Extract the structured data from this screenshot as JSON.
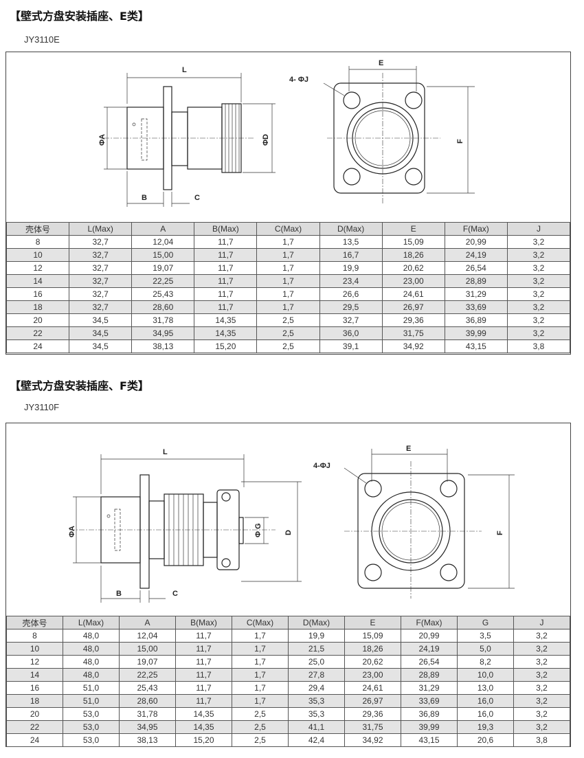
{
  "sections": [
    {
      "title": "【壁式方盘安装插座、E类】",
      "model": "JY3110E",
      "labels": {
        "L": "L",
        "A": "ΦA",
        "D": "ΦD",
        "B": "B",
        "C": "C",
        "E": "E",
        "F": "F",
        "J": "4- ΦJ"
      },
      "columns": [
        "壳体号",
        "L(Max)",
        "A",
        "B(Max)",
        "C(Max)",
        "D(Max)",
        "E",
        "F(Max)",
        "J"
      ],
      "rows": [
        [
          "8",
          "32,7",
          "12,04",
          "11,7",
          "1,7",
          "13,5",
          "15,09",
          "20,99",
          "3,2"
        ],
        [
          "10",
          "32,7",
          "15,00",
          "11,7",
          "1,7",
          "16,7",
          "18,26",
          "24,19",
          "3,2"
        ],
        [
          "12",
          "32,7",
          "19,07",
          "11,7",
          "1,7",
          "19,9",
          "20,62",
          "26,54",
          "3,2"
        ],
        [
          "14",
          "32,7",
          "22,25",
          "11,7",
          "1,7",
          "23,4",
          "23,00",
          "28,89",
          "3,2"
        ],
        [
          "16",
          "32,7",
          "25,43",
          "11,7",
          "1,7",
          "26,6",
          "24,61",
          "31,29",
          "3,2"
        ],
        [
          "18",
          "32,7",
          "28,60",
          "11,7",
          "1,7",
          "29,5",
          "26,97",
          "33,69",
          "3,2"
        ],
        [
          "20",
          "34,5",
          "31,78",
          "14,35",
          "2,5",
          "32,7",
          "29,36",
          "36,89",
          "3,2"
        ],
        [
          "22",
          "34,5",
          "34,95",
          "14,35",
          "2,5",
          "36,0",
          "31,75",
          "39,99",
          "3,2"
        ],
        [
          "24",
          "34,5",
          "38,13",
          "15,20",
          "2,5",
          "39,1",
          "34,92",
          "43,15",
          "3,8"
        ]
      ]
    },
    {
      "title": "【壁式方盘安装插座、F类】",
      "model": "JY3110F",
      "labels": {
        "L": "L",
        "A": "ΦA",
        "G": "Φ G",
        "D": "D",
        "B": "B",
        "C": "C",
        "E": "E",
        "F": "F",
        "J": "4-ΦJ"
      },
      "columns": [
        "壳体号",
        "L(Max)",
        "A",
        "B(Max)",
        "C(Max)",
        "D(Max)",
        "E",
        "F(Max)",
        "G",
        "J"
      ],
      "rows": [
        [
          "8",
          "48,0",
          "12,04",
          "11,7",
          "1,7",
          "19,9",
          "15,09",
          "20,99",
          "3,5",
          "3,2"
        ],
        [
          "10",
          "48,0",
          "15,00",
          "11,7",
          "1,7",
          "21,5",
          "18,26",
          "24,19",
          "5,0",
          "3,2"
        ],
        [
          "12",
          "48,0",
          "19,07",
          "11,7",
          "1,7",
          "25,0",
          "20,62",
          "26,54",
          "8,2",
          "3,2"
        ],
        [
          "14",
          "48,0",
          "22,25",
          "11,7",
          "1,7",
          "27,8",
          "23,00",
          "28,89",
          "10,0",
          "3,2"
        ],
        [
          "16",
          "51,0",
          "25,43",
          "11,7",
          "1,7",
          "29,4",
          "24,61",
          "31,29",
          "13,0",
          "3,2"
        ],
        [
          "18",
          "51,0",
          "28,60",
          "11,7",
          "1,7",
          "35,3",
          "26,97",
          "33,69",
          "16,0",
          "3,2"
        ],
        [
          "20",
          "53,0",
          "31,78",
          "14,35",
          "2,5",
          "35,3",
          "29,36",
          "36,89",
          "16,0",
          "3,2"
        ],
        [
          "22",
          "53,0",
          "34,95",
          "14,35",
          "2,5",
          "41,1",
          "31,75",
          "39,99",
          "19,3",
          "3,2"
        ],
        [
          "24",
          "53,0",
          "38,13",
          "15,20",
          "2,5",
          "42,4",
          "34,92",
          "43,15",
          "20,6",
          "3,8"
        ]
      ]
    }
  ]
}
